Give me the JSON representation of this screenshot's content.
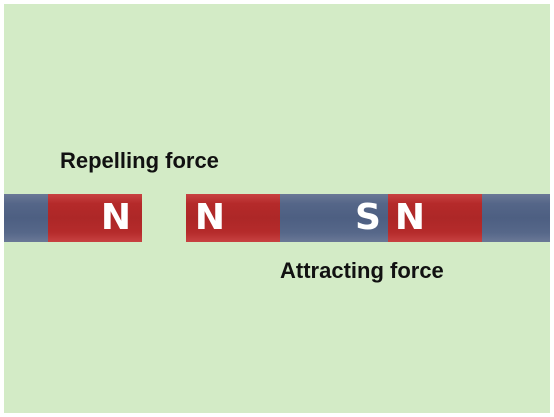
{
  "labels": {
    "repelling": "Repelling force",
    "attracting": "Attracting force"
  },
  "poles": {
    "first_magnet_right": "N",
    "second_magnet_left": "N",
    "third_magnet_left": "S",
    "fourth_magnet_left": "N"
  },
  "colors": {
    "background": "#d3ebc6",
    "north_pole": "#b52a2a",
    "south_pole": "#556688",
    "text": "#111111",
    "pole_text": "#ffffff"
  }
}
